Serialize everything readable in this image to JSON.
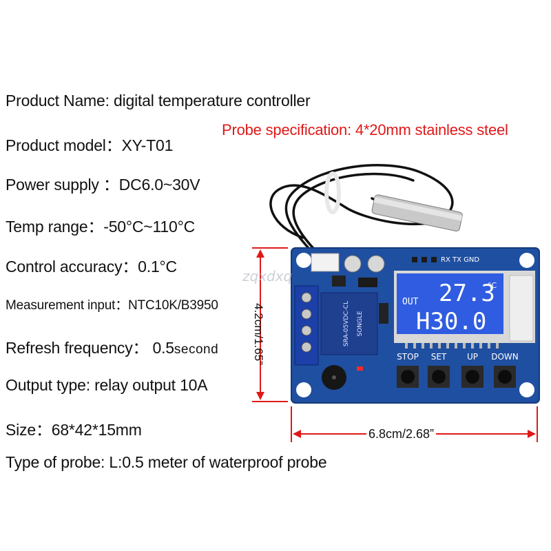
{
  "specs": [
    {
      "id": "name",
      "text": "Product Name: digital temperature controller"
    },
    {
      "id": "model",
      "text": "Product model：XY-T01"
    },
    {
      "id": "power",
      "text": "Power supply ：DC6.0~30V"
    },
    {
      "id": "range",
      "text": "Temp range：-50°C~110°C"
    },
    {
      "id": "accuracy",
      "text": "Control accuracy：0.1°C"
    },
    {
      "id": "input",
      "text": "Measurement input：NTC10K/B3950"
    },
    {
      "id": "refresh",
      "text": "Refresh frequency： 0.5",
      "unit": "second"
    },
    {
      "id": "output",
      "text": "Output type: relay output 10A"
    },
    {
      "id": "size",
      "text": "Size：68*42*15mm"
    },
    {
      "id": "probe_type",
      "text": "Type of probe: L:0.5 meter of waterproof probe"
    }
  ],
  "probe_spec": "Probe specification: 4*20mm stainless steel",
  "dimensions": {
    "width_label": "6.8cm/2.68”",
    "height_label": "4.2cm/1.65”"
  },
  "display": {
    "out_label": "OUT",
    "temperature": "27.3",
    "temp_unit": "°C",
    "setpoint": "H30.0"
  },
  "buttons": [
    "STOP",
    "SET",
    "UP",
    "DOWN"
  ],
  "header_pins": "RX TX GND",
  "relay_labels": [
    "SRA-05VDC-CL",
    "SONGLE"
  ],
  "watermark": "zqxdxq",
  "colors": {
    "pcb": "#1f4fa0",
    "lcd": "#2f5ce0",
    "accent_red": "#e01818",
    "text": "#111111"
  }
}
